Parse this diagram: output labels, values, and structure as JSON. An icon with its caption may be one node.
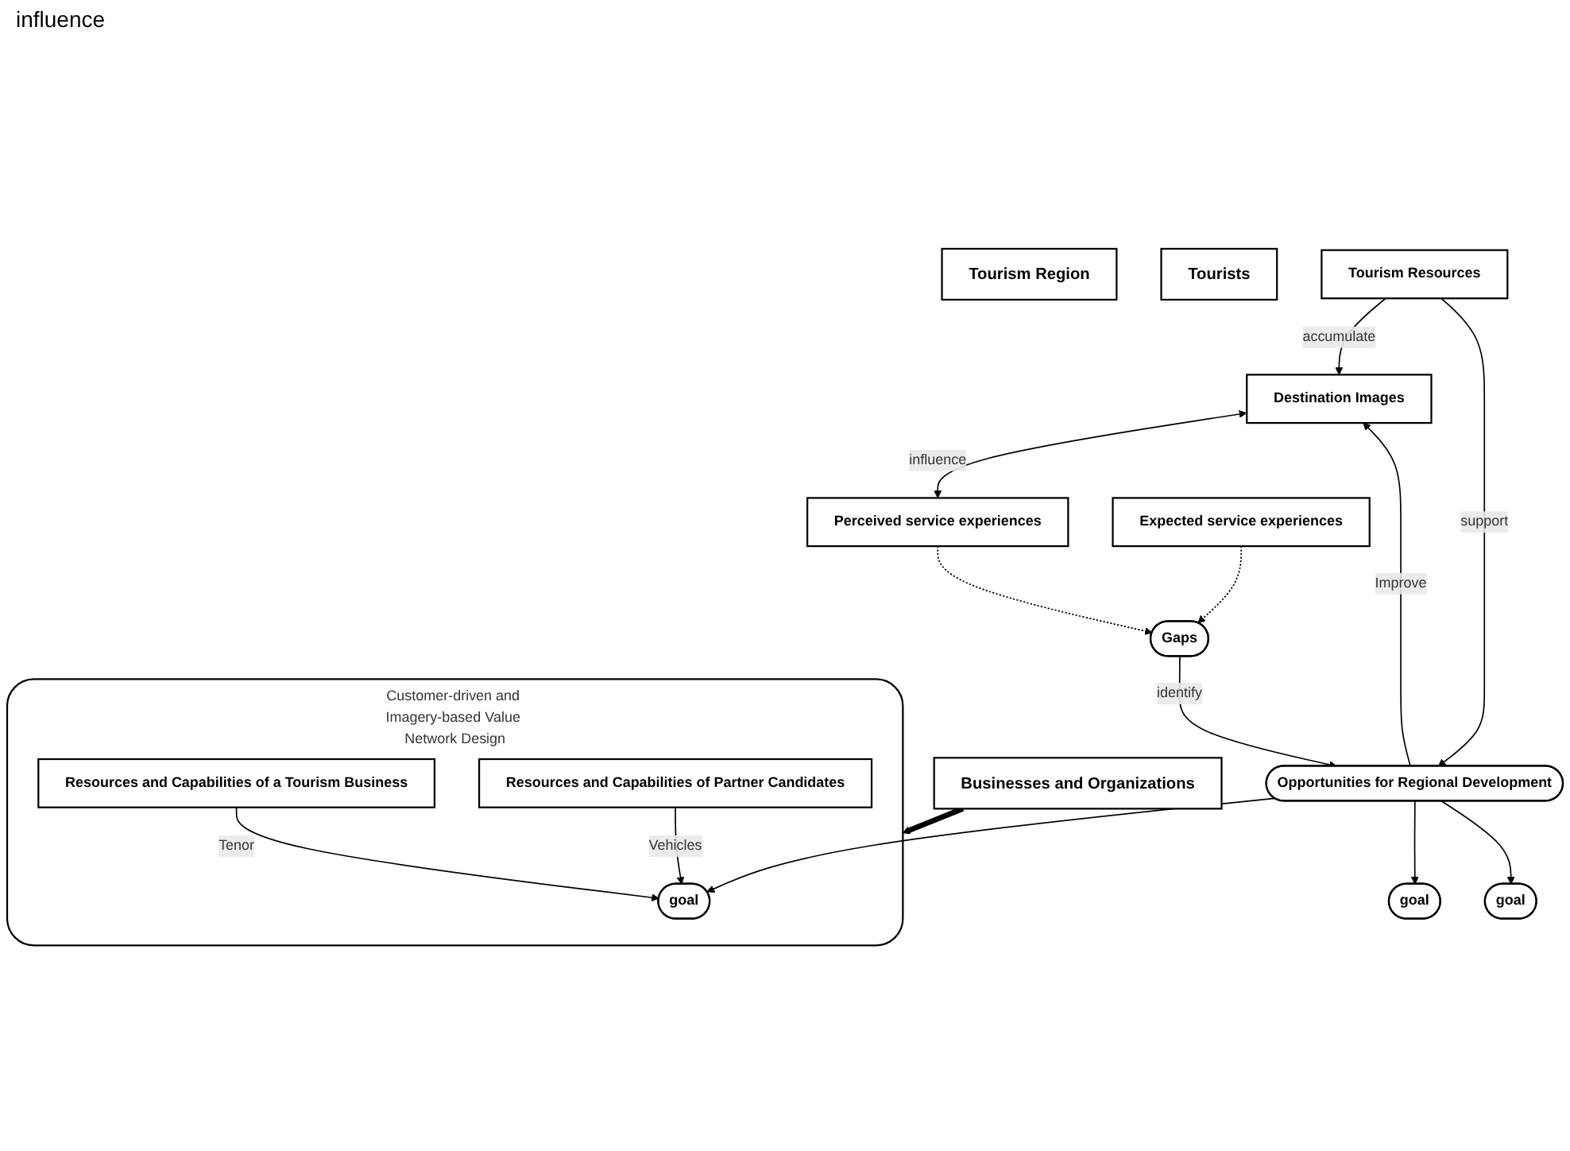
{
  "diagram": {
    "nodes": [
      {
        "text": [
          "Tourism Region"
        ]
      },
      {
        "text": [
          "Tourists"
        ]
      },
      {
        "text": [
          "Tourism Resources"
        ]
      },
      {
        "text": [
          "Destination Images"
        ]
      },
      {
        "text": [
          "Perceived service experiences"
        ]
      },
      {
        "text": [
          "Opportunities for Regional Development"
        ]
      },
      {
        "text": [
          "Gaps"
        ]
      },
      {
        "text": [
          "Customer-driven and Imagery-based Value Network Design"
        ]
      },
      {
        "text": [
          "goal"
        ],
        "in": 7
      },
      {
        "text": [
          "Resources and Capabilities of a Tourism Business"
        ],
        "in": 7
      },
      {
        "text": [
          "Resources and Capabilities of Partner  Candidates"
        ],
        "in": 7
      },
      {
        "text": [
          "goal"
        ]
      },
      {
        "text": [
          "goal"
        ]
      },
      {
        "text": [
          "Expected service experiences"
        ]
      },
      {
        "text": [
          "Businesses and Organizations"
        ]
      }
    ],
    "edges": [
      {
        "from": 2,
        "to": 3,
        "arrow": "to",
        "label": "accumulate"
      },
      {
        "from": 3,
        "to": 4,
        "arrow": "both",
        "label": "influence"
      },
      {
        "from": 5,
        "to": 3,
        "arrow": "to",
        "label": "Improve"
      },
      {
        "from": 2,
        "to": 5,
        "arrow": "to",
        "label": "support"
      },
      {
        "from": 6,
        "to": 5,
        "arrow": "to",
        "label": "identify"
      },
      {
        "from": 4,
        "to": 6,
        "arrow": "to",
        "style": "dashed"
      },
      {
        "from": 13,
        "to": 6,
        "arrow": "to",
        "style": "dashed"
      },
      {
        "from": 5,
        "to": 8,
        "arrow": "to"
      },
      {
        "from": 5,
        "to": 11,
        "arrow": "to"
      },
      {
        "from": 5,
        "to": 12,
        "arrow": "to"
      },
      {
        "from": 9,
        "to": 8,
        "arrow": "to",
        "label": "Tenor"
      },
      {
        "from": 10,
        "to": 8,
        "arrow": "to",
        "label": "Vehicles"
      },
      {
        "from": 14,
        "to": 7,
        "arrow": "to",
        "style": "thick"
      }
    ],
    "labels": [
      "influence"
    ]
  }
}
